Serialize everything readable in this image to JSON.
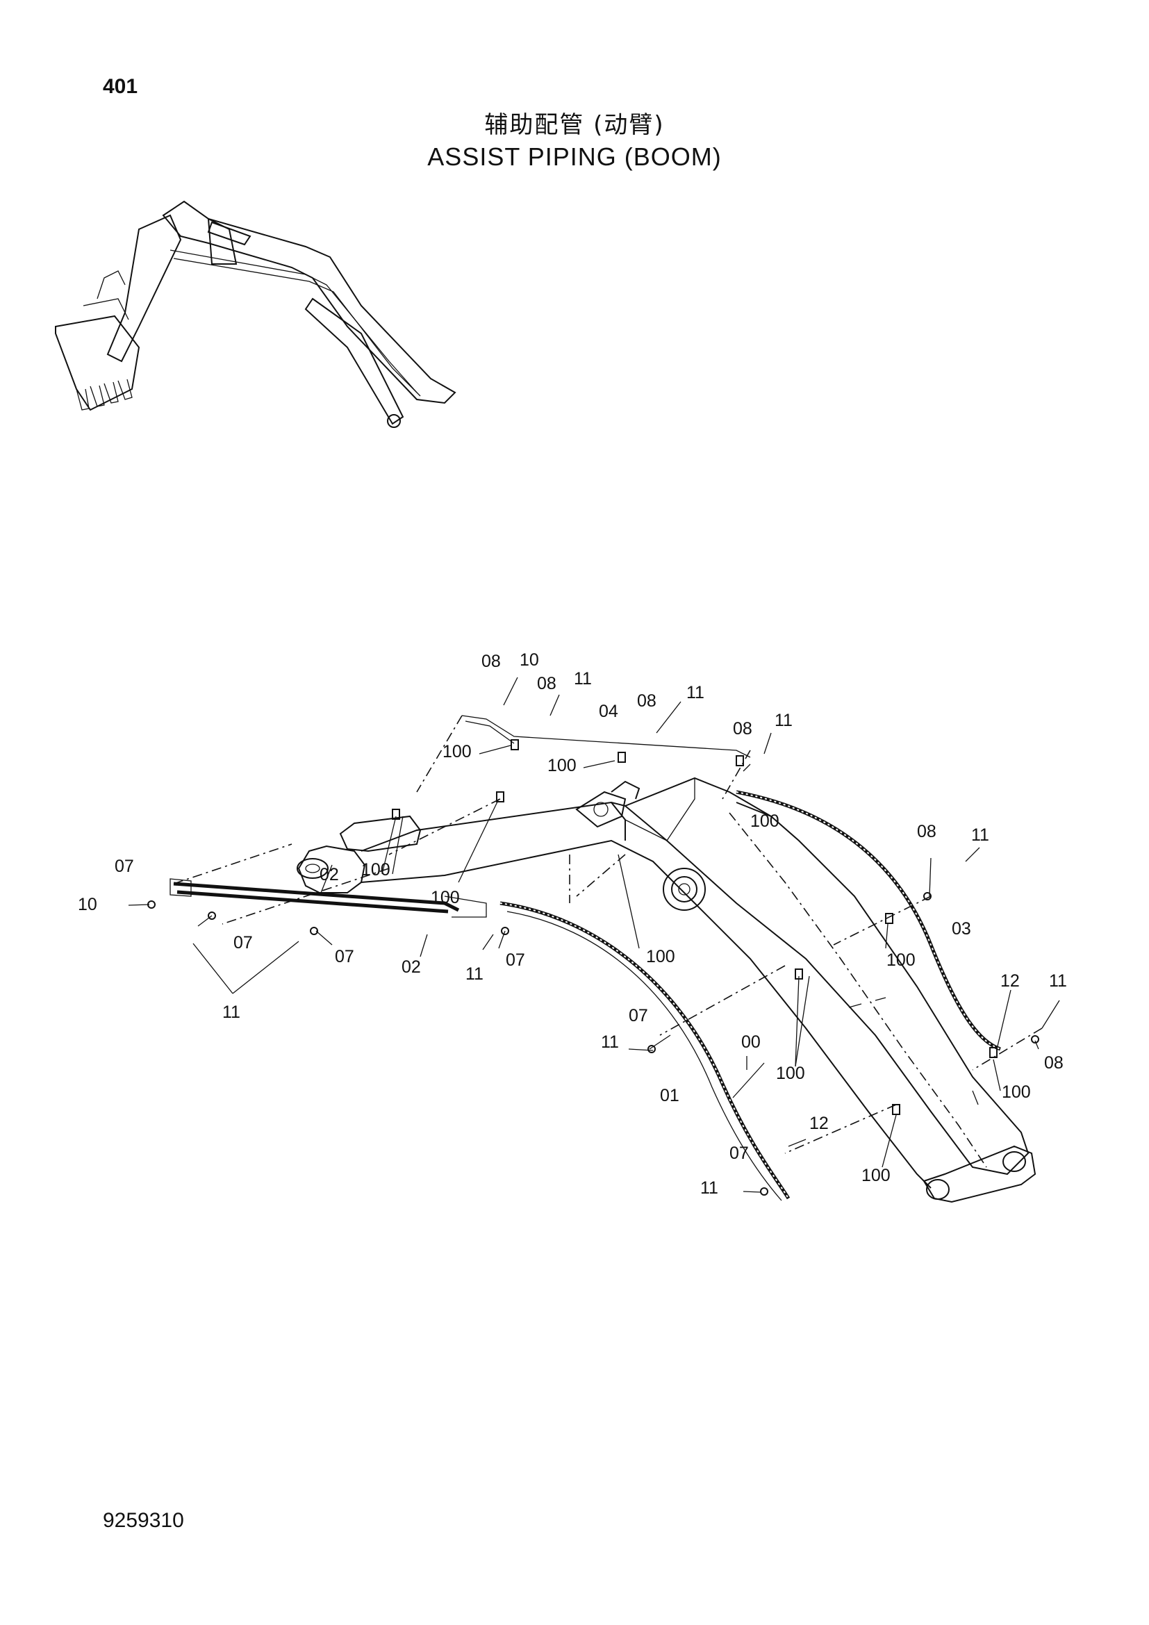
{
  "page": {
    "page_number": "401",
    "title_cn": "辅助配管 (动臂)",
    "title_en": "ASSIST  PIPING  (BOOM)",
    "document_number": "9259310"
  },
  "callouts": {
    "c08a": "08",
    "c10a": "10",
    "c08b": "08",
    "c11a": "11",
    "c04": "04",
    "c08c": "08",
    "c11b": "11",
    "c08d": "08",
    "c11c": "11",
    "c100a": "100",
    "c100b": "100",
    "c100c": "100",
    "c100d": "100",
    "c100e": "100",
    "c07a": "07",
    "c10b": "10",
    "c02a": "02",
    "c07b": "07",
    "c07c": "07",
    "c02b": "02",
    "c11d": "11",
    "c07d": "07",
    "c11e": "11",
    "c100f": "100",
    "c100g": "100",
    "c08e": "08",
    "c11f": "11",
    "c03": "03",
    "c12a": "12",
    "c11g": "11",
    "c08f": "08",
    "c07e": "07",
    "c11h": "11",
    "c00": "00",
    "c01": "01",
    "c100h": "100",
    "c100i": "100",
    "c12b": "12",
    "c07f": "07",
    "c11i": "11",
    "c100j": "100"
  }
}
